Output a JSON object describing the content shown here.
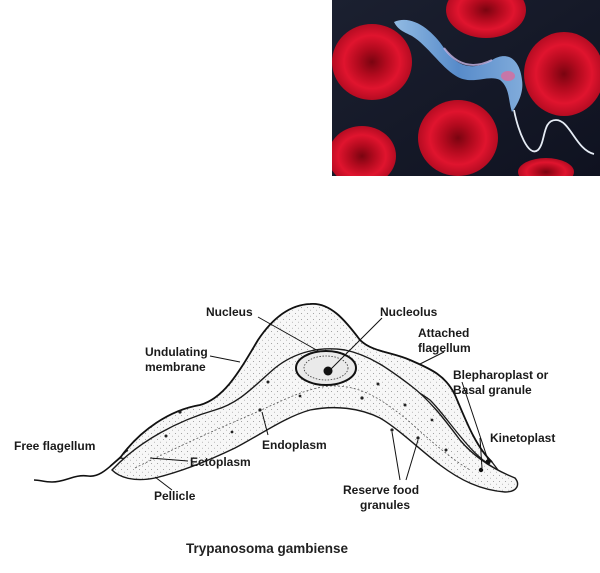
{
  "photo": {
    "subject": "trypanosome among red blood cells",
    "colors": {
      "background": "#141826",
      "rbc": "#d8102a",
      "rbc_center": "#8c0514",
      "parasite": "#6fa9e6"
    }
  },
  "diagram": {
    "labels": {
      "nucleus": "Nucleus",
      "nucleolus": "Nucleolus",
      "attached_flagellum_1": "Attached",
      "attached_flagellum_2": "flagellum",
      "undulating_membrane_1": "Undulating",
      "undulating_membrane_2": "membrane",
      "blepharoplast_1": "Blepharoplast or",
      "blepharoplast_2": "Basal granule",
      "free_flagellum": "Free flagellum",
      "endoplasm": "Endoplasm",
      "ectoplasm": "Ectoplasm",
      "kinetoplast": "Kinetoplast",
      "pellicle": "Pellicle",
      "reserve_food_1": "Reserve food",
      "reserve_food_2": "granules"
    },
    "caption": "Trypanosoma gambiense"
  }
}
